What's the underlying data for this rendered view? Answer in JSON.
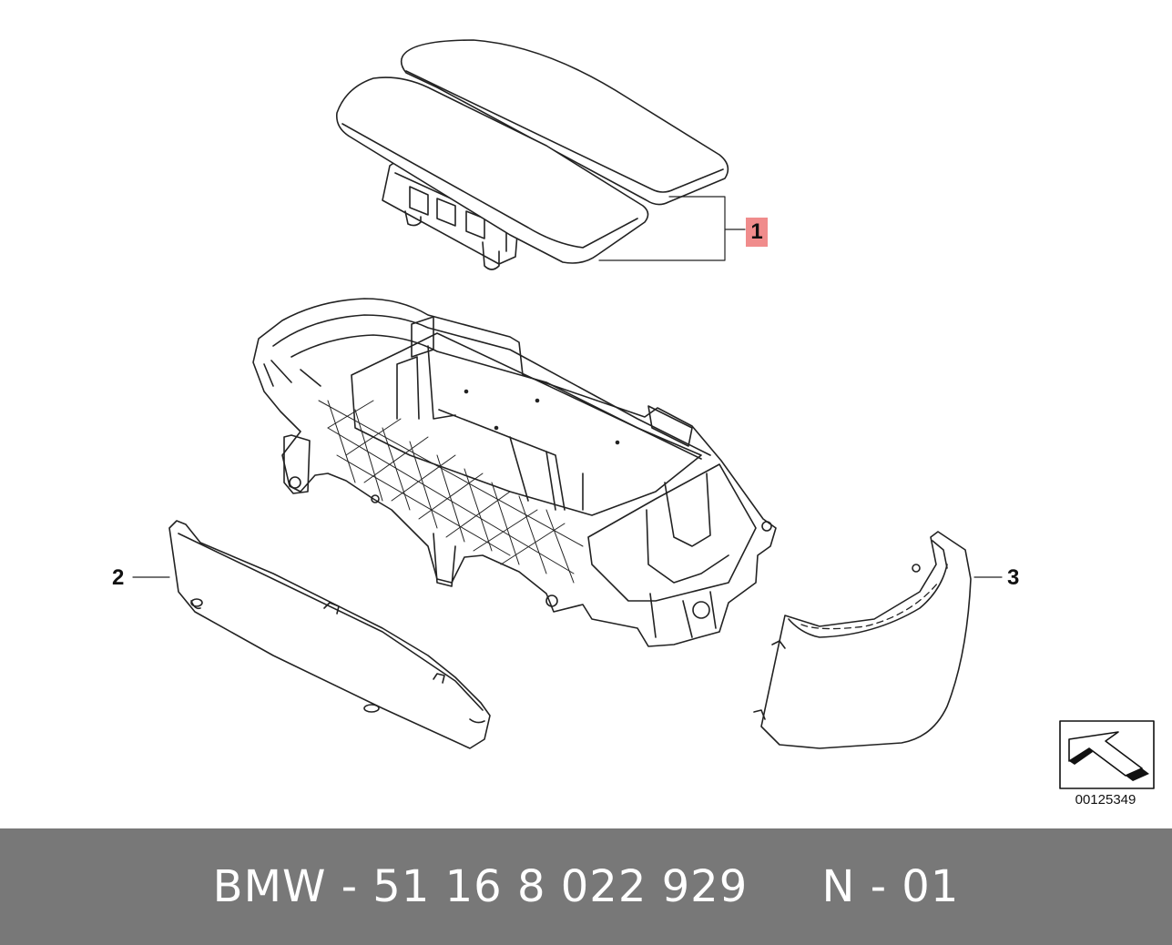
{
  "diagram": {
    "callouts": [
      {
        "label": "1",
        "highlight": "#f08c8c"
      },
      {
        "label": "2"
      },
      {
        "label": "3"
      }
    ],
    "image_number": "00125349",
    "orientation_icon": "arrow-direction-icon"
  },
  "footer": {
    "text": "BMW - 51 16 8 022 929     N - 01",
    "background": "#787878",
    "color": "#ffffff"
  }
}
